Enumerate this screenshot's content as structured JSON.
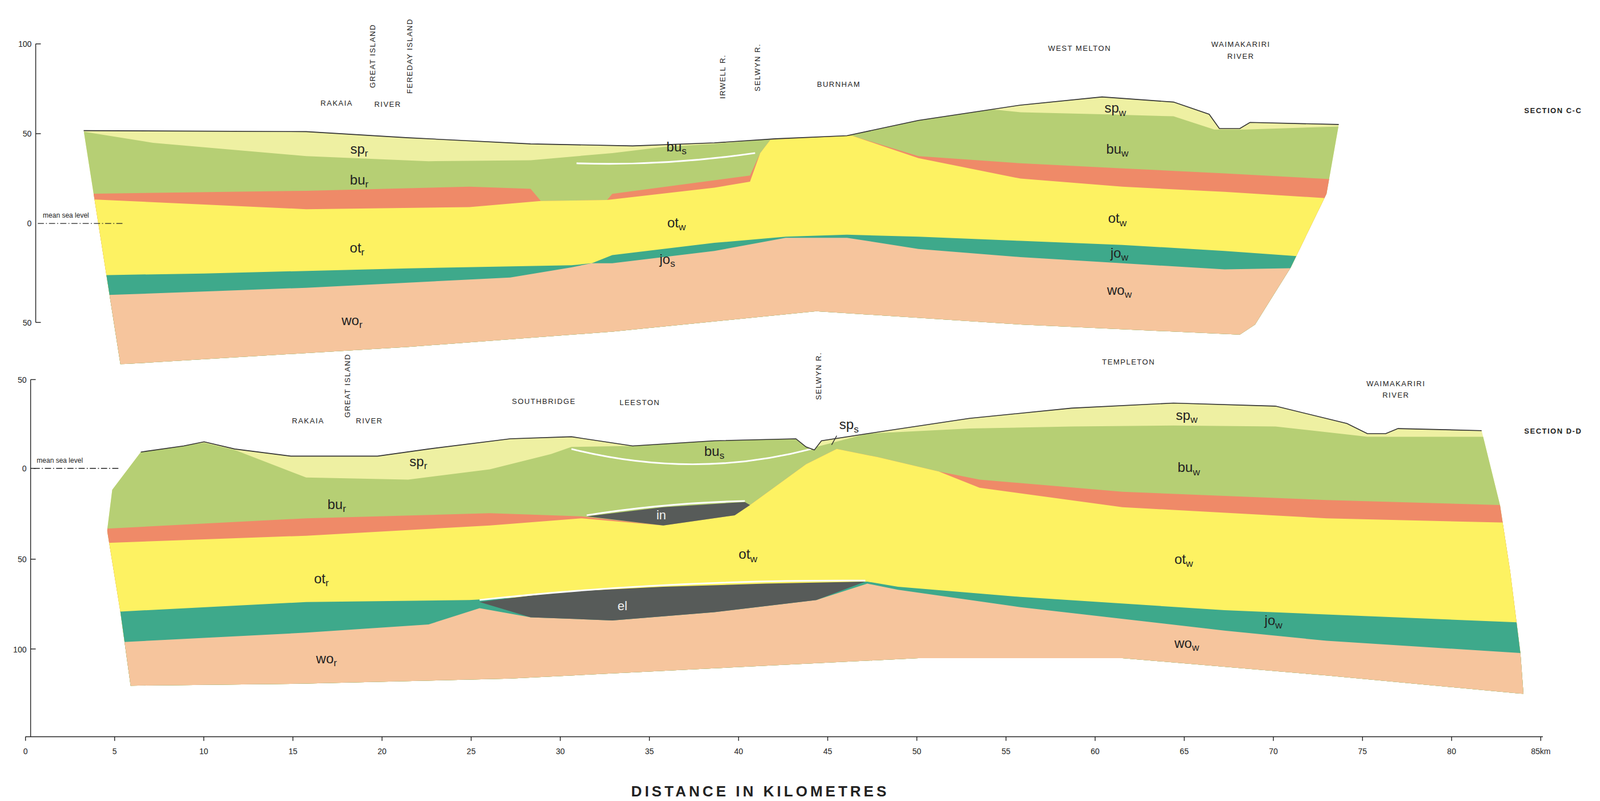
{
  "diagram": {
    "labels": [
      "100",
      "50",
      "0",
      "50",
      "mean sea level",
      "RAKAIA",
      "GREAT ISLAND",
      "RIVER",
      "FEREDAY ISLAND",
      "IRWELL R.",
      "SELWYN R.",
      "BURNHAM",
      "WEST MELTON",
      "WAIMAKARIRI RIVER",
      "SECTION C-C",
      "spr",
      "bus",
      "bur",
      "otr",
      "otw",
      "jos",
      "wor",
      "spw",
      "buw",
      "otw",
      "jow",
      "wow",
      "50",
      "0",
      "50",
      "100",
      "mean sea level",
      "RAKAIA",
      "GREAT ISLAND",
      "RIVER",
      "SOUTHBRIDGE",
      "LEESTON",
      "SELWYN R.",
      "TEMPLETON",
      "WAIMAKARIRI RIVER",
      "SECTION D-D",
      "spr",
      "bus",
      "sps",
      "bur",
      "in",
      "otr",
      "otw",
      "el",
      "otw",
      "jow",
      "wor",
      "wow",
      "buw",
      "spw",
      "0",
      "5",
      "10",
      "15",
      "20",
      "25",
      "30",
      "35",
      "40",
      "45",
      "50",
      "55",
      "60",
      "65",
      "70",
      "75",
      "80",
      "85km",
      "DISTANCE IN KILOMETRES"
    ]
  }
}
